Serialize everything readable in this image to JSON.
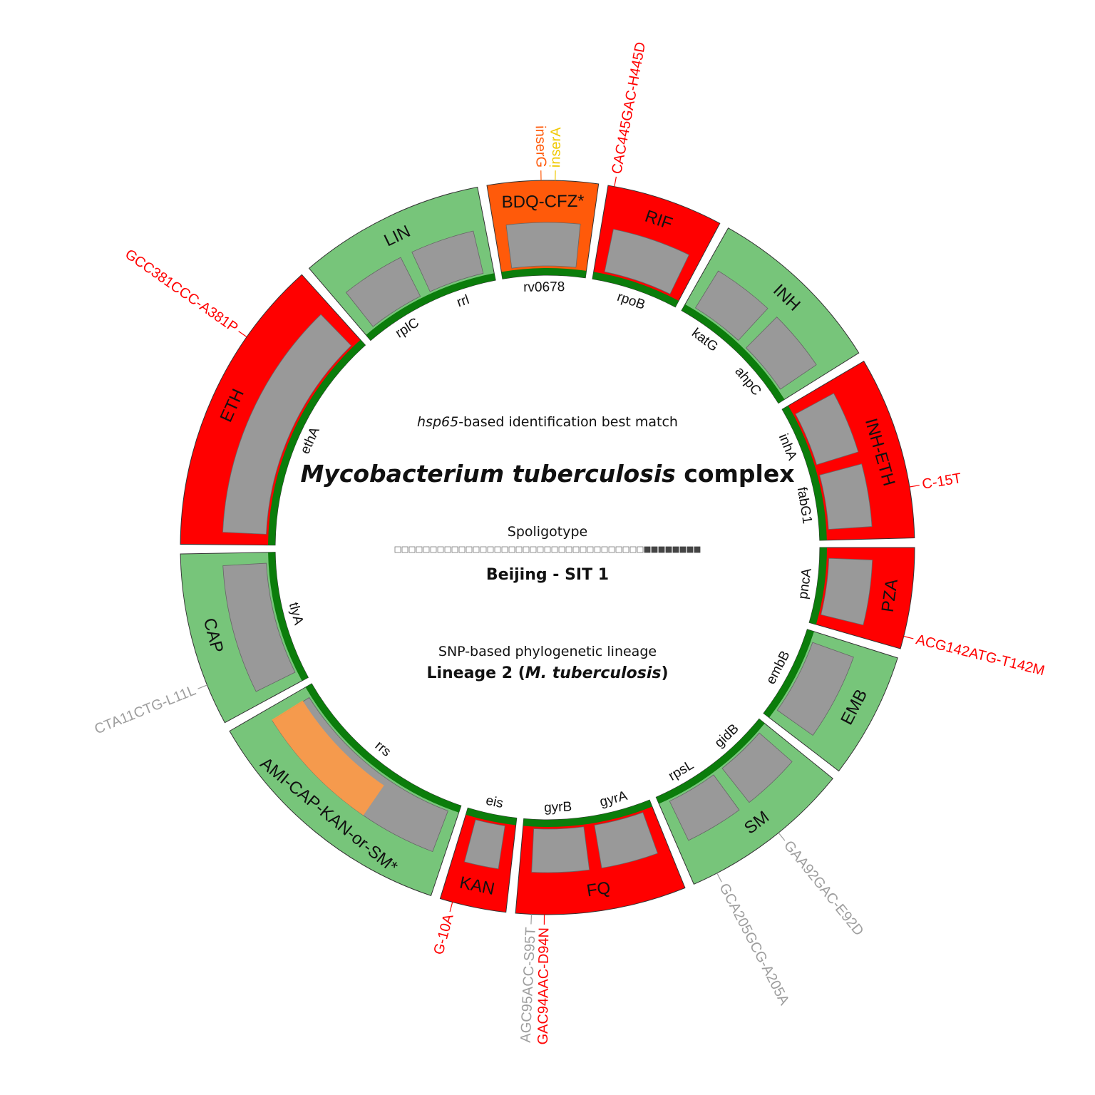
{
  "center": {
    "hsp65_prefix": "hsp65",
    "hsp65_rest": "-based identification best match",
    "species_italic": "Mycobacterium tuberculosis",
    "species_suffix": " complex",
    "spoligotype_title": "Spoligotype",
    "spoligotype_pattern": "0000000000000000000000000000000000011111111",
    "spoligotype_name": "Beijing - SIT 1",
    "lineage_title": "SNP-based phylogenetic lineage",
    "lineage_prefix": "Lineage 2 (",
    "lineage_italic": "M. tuberculosis",
    "lineage_suffix": ")"
  },
  "colors": {
    "resistant": "#ff0000",
    "susceptible": "#77c57a",
    "uncertain": "#ff5a0a",
    "coverage": "#999999",
    "low_coverage": "#ff9a45",
    "gene_track": "#0b7d0b",
    "grey_mutation": "#9e9e9e",
    "yellow_mutation": "#f0c800"
  },
  "sectors": [
    {
      "drug": "RIF",
      "status": "resistant",
      "genes": [
        "rpoB"
      ]
    },
    {
      "drug": "INH",
      "status": "susceptible",
      "genes": [
        "katG",
        "ahpC"
      ]
    },
    {
      "drug": "INH-ETH",
      "status": "resistant",
      "genes": [
        "inhA",
        "fabG1"
      ]
    },
    {
      "drug": "PZA",
      "status": "resistant",
      "genes": [
        "pncA"
      ]
    },
    {
      "drug": "EMB",
      "status": "susceptible",
      "genes": [
        "embB"
      ]
    },
    {
      "drug": "SM",
      "status": "susceptible",
      "genes": [
        "gidB",
        "rpsL"
      ]
    },
    {
      "drug": "FQ",
      "status": "resistant",
      "genes": [
        "gyrA",
        "gyrB"
      ]
    },
    {
      "drug": "KAN",
      "status": "resistant",
      "genes": [
        "eis"
      ]
    },
    {
      "drug": "AMI-CAP-KAN-or-SM*",
      "status": "susceptible",
      "genes": [
        "rrs"
      ]
    },
    {
      "drug": "CAP",
      "status": "susceptible",
      "genes": [
        "tlyA"
      ]
    },
    {
      "drug": "ETH",
      "status": "resistant",
      "genes": [
        "ethA"
      ]
    },
    {
      "drug": "LIN",
      "status": "susceptible",
      "genes": [
        "rplC",
        "rrl"
      ]
    },
    {
      "drug": "BDQ-CFZ*",
      "status": "uncertain",
      "genes": [
        "rv0678"
      ]
    }
  ],
  "mutations": [
    {
      "text": "CAC445GAC-H445D",
      "color": "red"
    },
    {
      "text": "C-15T",
      "color": "red"
    },
    {
      "text": "ACG142ATG-T142M",
      "color": "red"
    },
    {
      "text": "GAA92GAC-E92D",
      "color": "grey"
    },
    {
      "text": "GCA205GCG-A205A",
      "color": "grey"
    },
    {
      "text": "GAC94AAC-D94N",
      "color": "red"
    },
    {
      "text": "AGC95ACC-S95T",
      "color": "grey"
    },
    {
      "text": "G-10A",
      "color": "red"
    },
    {
      "text": "CTA11CTG-L11L",
      "color": "grey"
    },
    {
      "text": "GCC381CCC-A381P",
      "color": "red"
    },
    {
      "text": "inserG",
      "color": "orange"
    },
    {
      "text": "inserA",
      "color": "yellow"
    }
  ]
}
